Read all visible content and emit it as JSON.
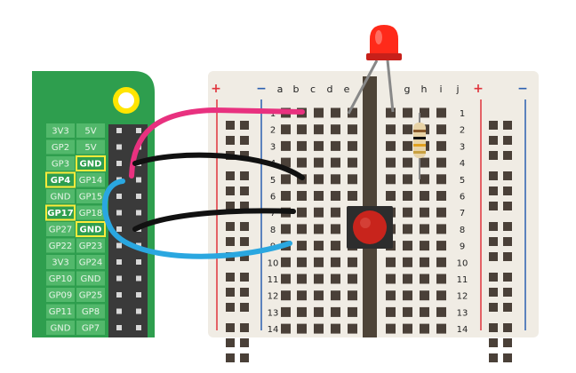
{
  "pi": {
    "left_pins": [
      "3V3",
      "GP2",
      "GP3",
      "GP4",
      "GND",
      "GP17",
      "GP27",
      "GP22",
      "3V3",
      "GP10",
      "GP09",
      "GP11",
      "GND"
    ],
    "right_pins": [
      "5V",
      "5V",
      "GND",
      "GP14",
      "GP15",
      "GP18",
      "GND",
      "GP23",
      "GP24",
      "GND",
      "GP25",
      "GP8",
      "GP7"
    ],
    "highlighted": [
      "GND",
      "GP4",
      "GP17"
    ]
  },
  "breadboard": {
    "left_columns": [
      "a",
      "b",
      "c",
      "d",
      "e"
    ],
    "right_columns": [
      "g",
      "h",
      "i",
      "j"
    ],
    "rows": [
      "1",
      "2",
      "3",
      "4",
      "5",
      "6",
      "7",
      "8",
      "9",
      "10",
      "11",
      "12",
      "13",
      "14"
    ],
    "rail_plus": "+",
    "rail_minus": "−"
  },
  "colors": {
    "pi_board": "#2e9e4e",
    "pin_label_bg": "#52b86b",
    "highlight": "#ffeb3b",
    "breadboard": "#f0ece4",
    "hole": "#4a4038",
    "trench": "#4e4438",
    "wire_pink": "#e8317f",
    "wire_black": "#111111",
    "wire_blue": "#2aa7e0",
    "led": "#ff2a1a",
    "button_cap": "#c8241c",
    "rail_red": "#e0343c",
    "rail_blue": "#2b5fb0"
  }
}
